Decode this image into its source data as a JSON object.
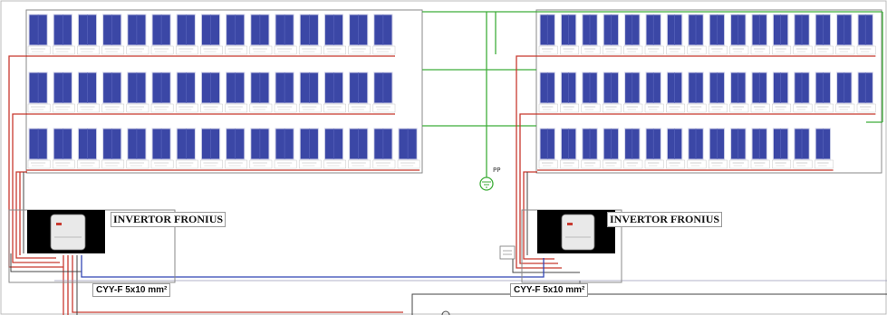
{
  "colors": {
    "panel_fill": "#3b47a6",
    "panel_frame": "#d4d6ea",
    "string_red": "#c8392f",
    "ground_green": "#3fae3a",
    "bus_blue": "#3246b5",
    "inverter_bg": "#000000"
  },
  "arrays": {
    "left": {
      "rows": [
        15,
        15,
        16
      ]
    },
    "right": {
      "rows": [
        16,
        16,
        14
      ]
    }
  },
  "inverters": {
    "left": {
      "label": "INVERTOR FRONIUS",
      "icon": "inverter-icon"
    },
    "right": {
      "label": "INVERTOR FRONIUS",
      "icon": "inverter-icon"
    }
  },
  "cables": {
    "left": {
      "label": "CYY-F 5x10 mm²"
    },
    "right": {
      "label": "CYY-F 5x10 mm²"
    }
  },
  "ground": {
    "label": "PP",
    "icon": "ground-symbol-icon"
  }
}
